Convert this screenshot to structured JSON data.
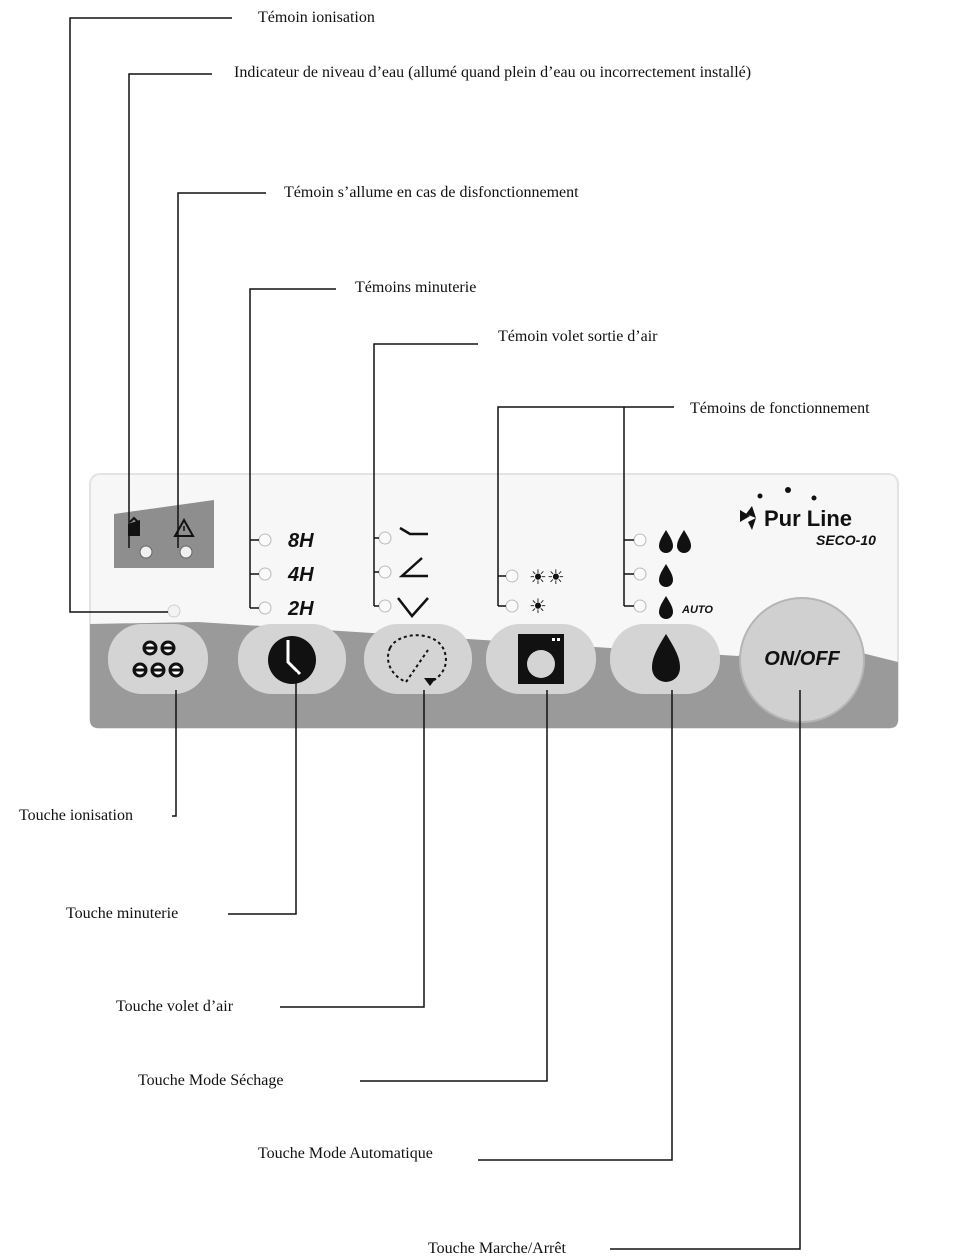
{
  "callouts": {
    "ionisation_indicator": "Témoin ionisation",
    "water_level": "Indicateur de niveau d’eau (allumé quand plein d’eau ou incorrectement installé)",
    "fault_indicator": "Témoin s’allume en cas de disfonctionnement",
    "timer_indicators": "Témoins minuterie",
    "air_flap_indicator": "Témoin volet sortie d’air",
    "operation_indicators": "Témoins de fonctionnement",
    "ionisation_button": "Touche ionisation",
    "timer_button": "Touche minuterie",
    "air_flap_button": "Touche volet d’air",
    "dry_mode_button": "Touche Mode Séchage",
    "auto_mode_button": "Touche Mode Automatique",
    "power_button": "Touche Marche/Arrêt"
  },
  "panel": {
    "timer_leds": [
      "8H",
      "4H",
      "2H"
    ],
    "auto_label": "AUTO",
    "brand_name": "Pur Line",
    "model": "SECO-10",
    "power_label": "ON/OFF"
  },
  "colors": {
    "panel_face": "#f7f7f7",
    "panel_bottom": "#9a9a9a",
    "button_face": "#d4d4d4",
    "icon_box": "#8e8e8e",
    "leader_line": "#111111"
  },
  "icons": [
    "water-tank-icon",
    "warning-icon",
    "flap-down-icon",
    "flap-angle-icon",
    "flap-v-icon",
    "sun-double-icon",
    "sun-icon",
    "drop-double-icon",
    "drop-icon",
    "drop-auto-icon",
    "ion-dots-icon",
    "clock-icon",
    "swing-arrows-icon",
    "dry-mode-icon",
    "drop-button-icon",
    "fan-logo-icon"
  ]
}
